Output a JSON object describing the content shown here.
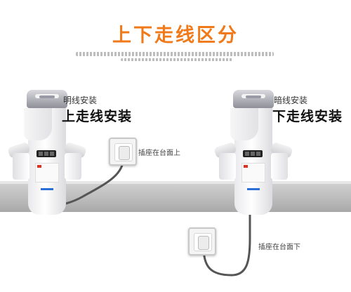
{
  "title": "上下走线区分",
  "left": {
    "small_label": "明线安装",
    "big_label": "上走线安装",
    "socket_label": "插座在台面上"
  },
  "right": {
    "small_label": "暗线安装",
    "big_label": "下走线安装",
    "socket_label": "插座在台面下"
  },
  "colors": {
    "title": "#f07a1a",
    "counter": "#b9b9b9",
    "cable": "#555555",
    "indicator": "#2b6fd6"
  },
  "icons": [
    "faucet-icon",
    "power-socket-icon",
    "power-cable"
  ]
}
